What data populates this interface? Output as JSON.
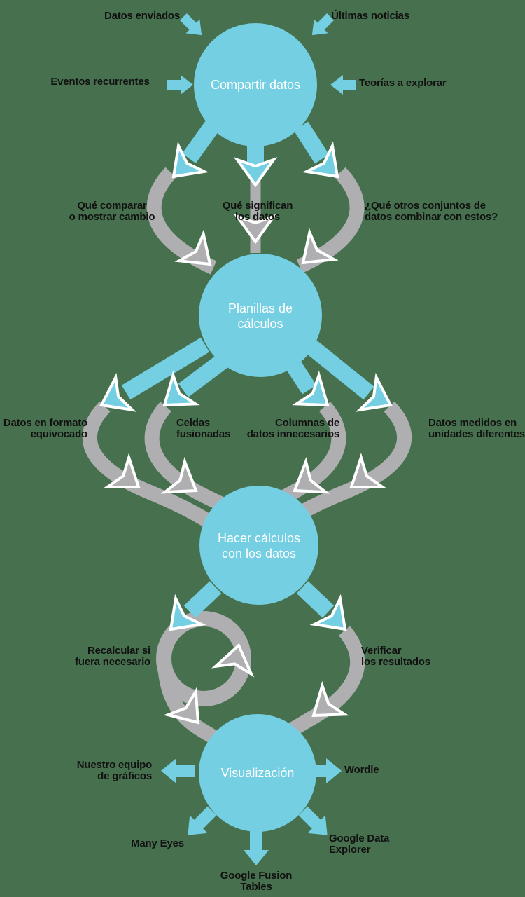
{
  "colors": {
    "background": "#47714E",
    "node_fill": "#74CFE3",
    "connector_gray": "#AFAFB2",
    "label_text": "#111111",
    "node_text": "#FFFFFF",
    "arrowhead_outline": "#FFFFFF"
  },
  "nodes": {
    "compartir": {
      "label": "Compartir datos"
    },
    "planillas": {
      "line1": "Planillas de",
      "line2": "cálculos"
    },
    "hacer": {
      "line1": "Hacer cálculos",
      "line2": "con los datos"
    },
    "visualizacion": {
      "label": "Visualización"
    }
  },
  "inputs": {
    "datos_enviados": "Datos enviados",
    "ultimas_noticias": "Últimas noticias",
    "eventos_recurrentes": "Eventos recurrentes",
    "teorias_explorar": "Teorías a explorar"
  },
  "stage1": {
    "left": {
      "line1": "Qué comparar",
      "line2": "o mostrar cambio"
    },
    "center": {
      "line1": "Qué significan",
      "line2": "los datos"
    },
    "right": {
      "line1": "¿Qué otros conjuntos de",
      "line2": "datos combinar con estos?"
    }
  },
  "stage2": {
    "far_left": {
      "line1": "Datos en formato",
      "line2": "equivocado"
    },
    "left": {
      "line1": "Celdas",
      "line2": "fusionadas"
    },
    "right": {
      "line1": "Columnas de",
      "line2": "datos innecesarios"
    },
    "far_right": {
      "line1": "Datos medidos en",
      "line2": "unidades diferentes"
    }
  },
  "stage3": {
    "left": {
      "line1": "Recalcular si",
      "line2": "fuera necesario"
    },
    "right": {
      "line1": "Verificar",
      "line2": "los resultados"
    }
  },
  "outputs": {
    "left": {
      "line1": "Nuestro equipo",
      "line2": "de gráficos"
    },
    "right": {
      "line1": "Wordle"
    },
    "bottom_left": {
      "line1": "Many Eyes"
    },
    "bottom_center": {
      "line1": "Google Fusion",
      "line2": "Tables"
    },
    "bottom_right": {
      "line1": "Google Data",
      "line2": "Explorer"
    }
  }
}
